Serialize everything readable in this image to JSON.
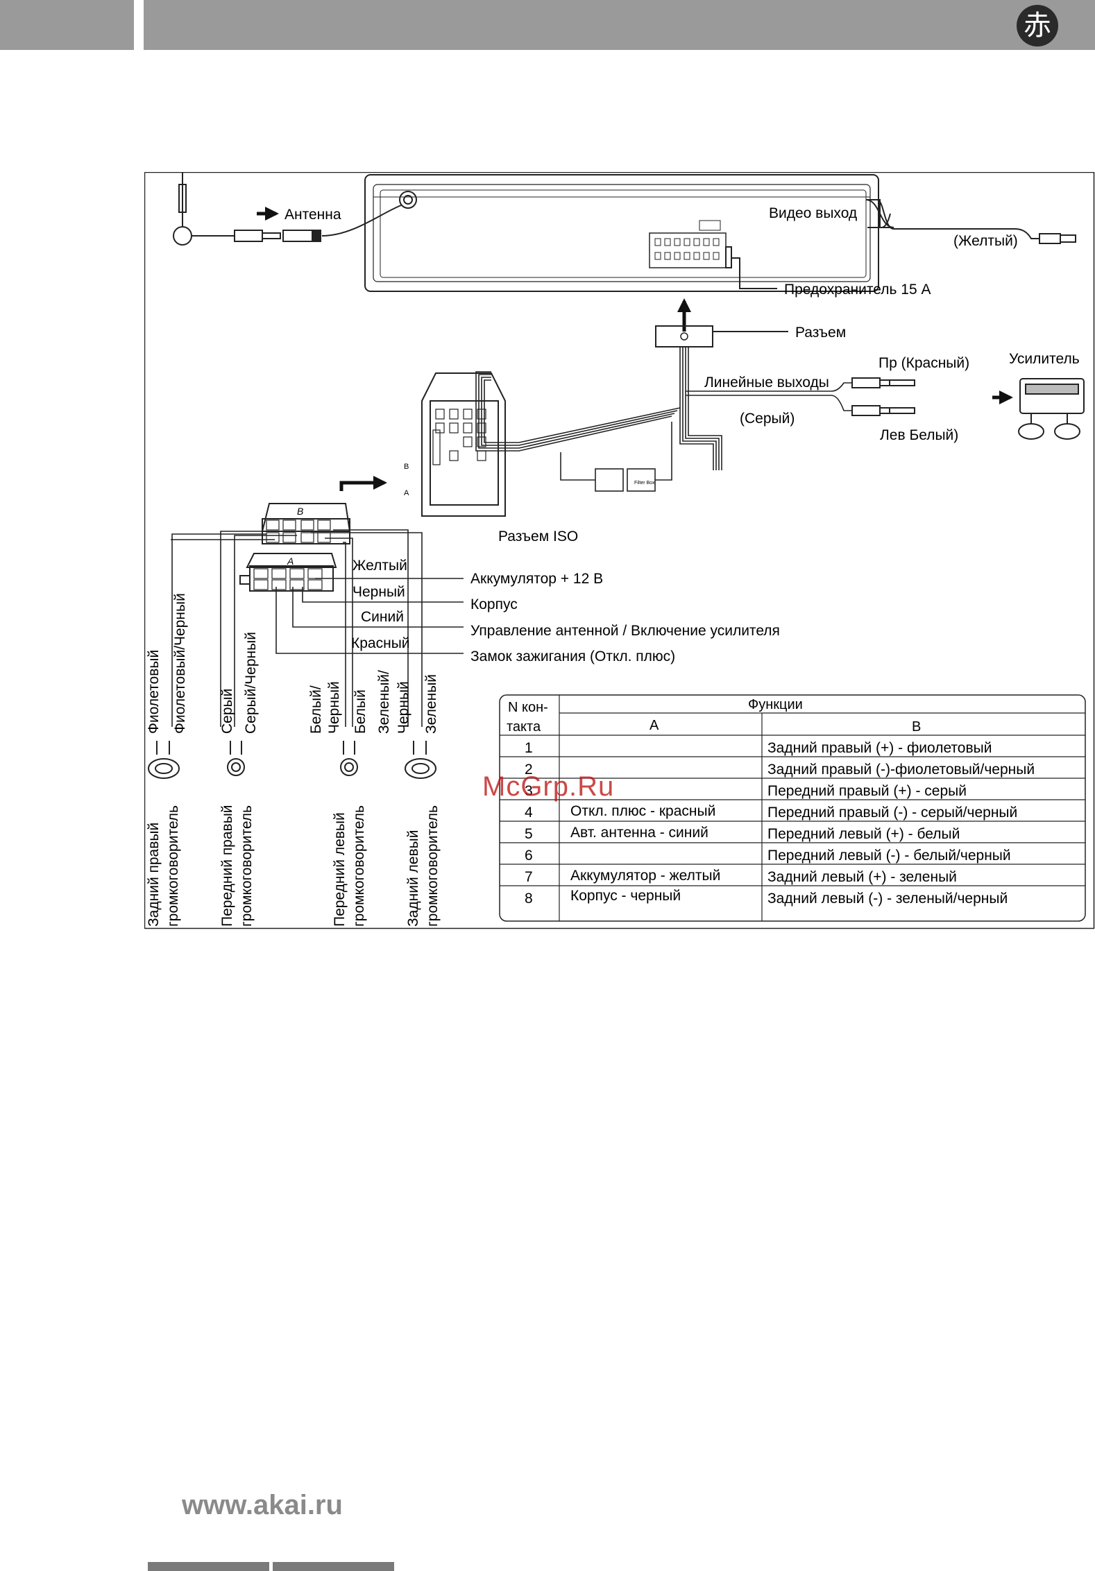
{
  "header": {
    "logo_glyph": "赤"
  },
  "labels": {
    "antenna": "Антенна",
    "video_out": "Видео выход",
    "yellow_paren": "(Желтый)",
    "fuse": "Предохранитель 15 А",
    "connector": "Разъем",
    "amplifier": "Усилитель",
    "right_red": "Пр (Красный)",
    "line_outputs": "Линейные выходы",
    "gray_paren": "(Серый)",
    "left_white": "Лев Белый)",
    "iso_connector": "Разъем ISO",
    "conn_b": "B",
    "conn_a": "A",
    "filter_box": "Filter Box"
  },
  "wires": [
    {
      "color": "Желтый",
      "function": "Аккумулятор + 12 В"
    },
    {
      "color": "Черный",
      "function": "Корпус"
    },
    {
      "color": "Синий",
      "function": "Управление антенной / Включение усилителя"
    },
    {
      "color": "Красный",
      "function": "Замок зажигания (Откл. плюс)"
    }
  ],
  "speakers": [
    {
      "colors": [
        "Фиолетовый",
        "Фиолетовый/Черный"
      ],
      "name": [
        "Задний правый",
        "громкоговоритель"
      ]
    },
    {
      "colors": [
        "Серый",
        "Серый/Черный"
      ],
      "name": [
        "Передний правый",
        "громкоговоритель"
      ]
    },
    {
      "colors": [
        "Белый/",
        "Черный",
        "Белый"
      ],
      "name": [
        "Передний левый",
        "громкоговоритель"
      ]
    },
    {
      "colors": [
        "Зеленый/",
        "Черный",
        "Зеленый"
      ],
      "name": [
        "Задний левый",
        "громкоговоритель"
      ]
    }
  ],
  "pin_table": {
    "header_pin": [
      "N кон-",
      "такта"
    ],
    "header_functions": "Функции",
    "header_a": "A",
    "header_b": "B",
    "rows": [
      {
        "pin": "1",
        "a": "",
        "b": "Задний правый (+) - фиолетовый"
      },
      {
        "pin": "2",
        "a": "",
        "b": "Задний правый (-)-фиолетовый/черный"
      },
      {
        "pin": "3",
        "a": "",
        "b": "Передний правый (+) - серый"
      },
      {
        "pin": "4",
        "a": "Откл. плюс - красный",
        "b": "Передний правый (-) - серый/черный"
      },
      {
        "pin": "5",
        "a": "Авт. антенна - синий",
        "b": "Передний левый (+) - белый"
      },
      {
        "pin": "6",
        "a": "",
        "b": "Передний левый (-) - белый/черный"
      },
      {
        "pin": "7",
        "a": "Аккумулятор - желтый",
        "b": "Задний левый (+) - зеленый"
      },
      {
        "pin": "8",
        "a": "Корпус - черный",
        "b": "Задний левый (-) - зеленый/черный"
      }
    ]
  },
  "watermark": "McGrp.Ru",
  "footer": {
    "website": "www.akai.ru"
  }
}
